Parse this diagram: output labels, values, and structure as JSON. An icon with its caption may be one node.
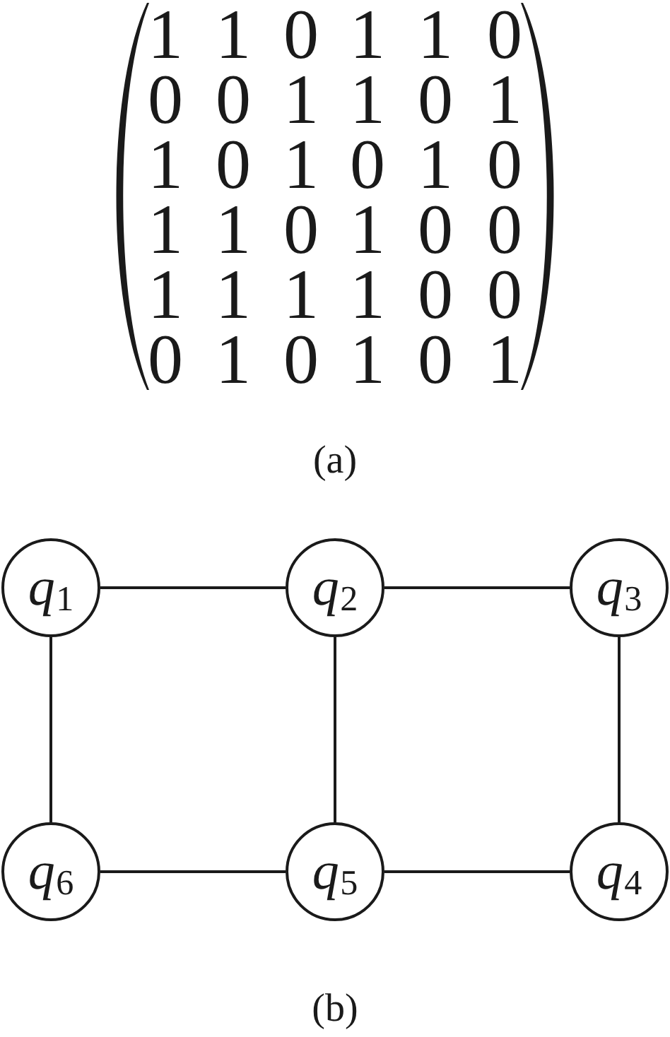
{
  "diagram": {
    "nodes": [
      {
        "text": [
          "*q*$_{1}$"
        ]
      },
      {
        "text": [
          "*q*$_{2}$"
        ]
      },
      {
        "text": [
          "*q*$_{3}$"
        ]
      },
      {
        "text": [
          "*q*$_{6}$"
        ]
      },
      {
        "text": [
          "*q*$_{5}$"
        ]
      },
      {
        "text": [
          "*q*$_{4}$"
        ]
      }
    ],
    "edges": [
      {
        "from": 0,
        "to": 1,
        "arrow": "none"
      },
      {
        "from": 1,
        "to": 2,
        "arrow": "none"
      },
      {
        "from": 0,
        "to": 3,
        "arrow": "none"
      },
      {
        "from": 1,
        "to": 4,
        "arrow": "none"
      },
      {
        "from": 2,
        "to": 5,
        "arrow": "none"
      },
      {
        "from": 3,
        "to": 4,
        "arrow": "none"
      },
      {
        "from": 4,
        "to": 5,
        "arrow": "none"
      }
    ],
    "labels": [
      "1",
      "1",
      "0",
      "1",
      "1",
      "0",
      "0",
      "0",
      "1",
      "1",
      "0",
      "1",
      "1",
      "0",
      "1",
      "0",
      "1",
      "0",
      "1",
      "1",
      "0",
      "1",
      "0",
      "0",
      "1",
      "1",
      "1",
      "1",
      "0",
      "0",
      "0",
      "1",
      "0",
      "1",
      "0",
      "1",
      "(a)",
      "(b)"
    ]
  }
}
